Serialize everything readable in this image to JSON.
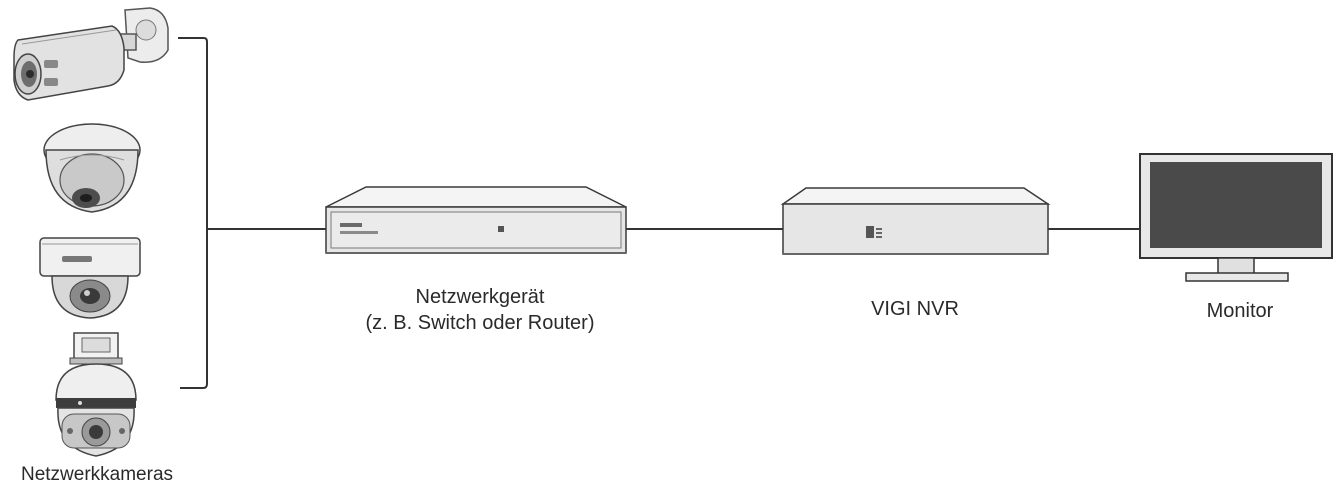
{
  "labels": {
    "cameras": "Netzwerkkameras",
    "switch_line1": "Netzwerkgerät",
    "switch_line2": "(z. B. Switch oder Router)",
    "nvr": "VIGI NVR",
    "monitor": "Monitor"
  },
  "colors": {
    "line": "#333333",
    "device_body": "#e9e9e9",
    "device_outline": "#3a3a3a",
    "screen": "#4a4a4a"
  }
}
